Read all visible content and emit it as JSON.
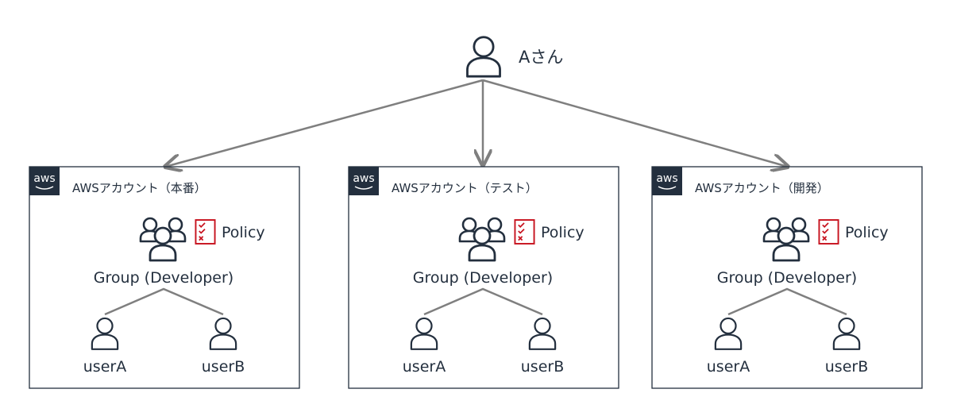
{
  "top_user": {
    "label": "Aさん"
  },
  "accounts": [
    {
      "title": "AWSアカウント（本番）",
      "aws_badge": "aws",
      "group_label": "Group (Developer)",
      "policy_label": "Policy",
      "users": [
        "userA",
        "userB"
      ]
    },
    {
      "title": "AWSアカウント（テスト）",
      "aws_badge": "aws",
      "group_label": "Group (Developer)",
      "policy_label": "Policy",
      "users": [
        "userA",
        "userB"
      ]
    },
    {
      "title": "AWSアカウント（開発）",
      "aws_badge": "aws",
      "group_label": "Group (Developer)",
      "policy_label": "Policy",
      "users": [
        "userA",
        "userB"
      ]
    }
  ],
  "colors": {
    "line": "#7f7f7f",
    "ink": "#232f3e",
    "aws_badge_bg": "#232f3e",
    "policy": "#c7131f"
  },
  "icons": {
    "user": "user-icon",
    "group": "group-icon",
    "policy": "policy-icon",
    "aws": "aws-logo-icon"
  }
}
